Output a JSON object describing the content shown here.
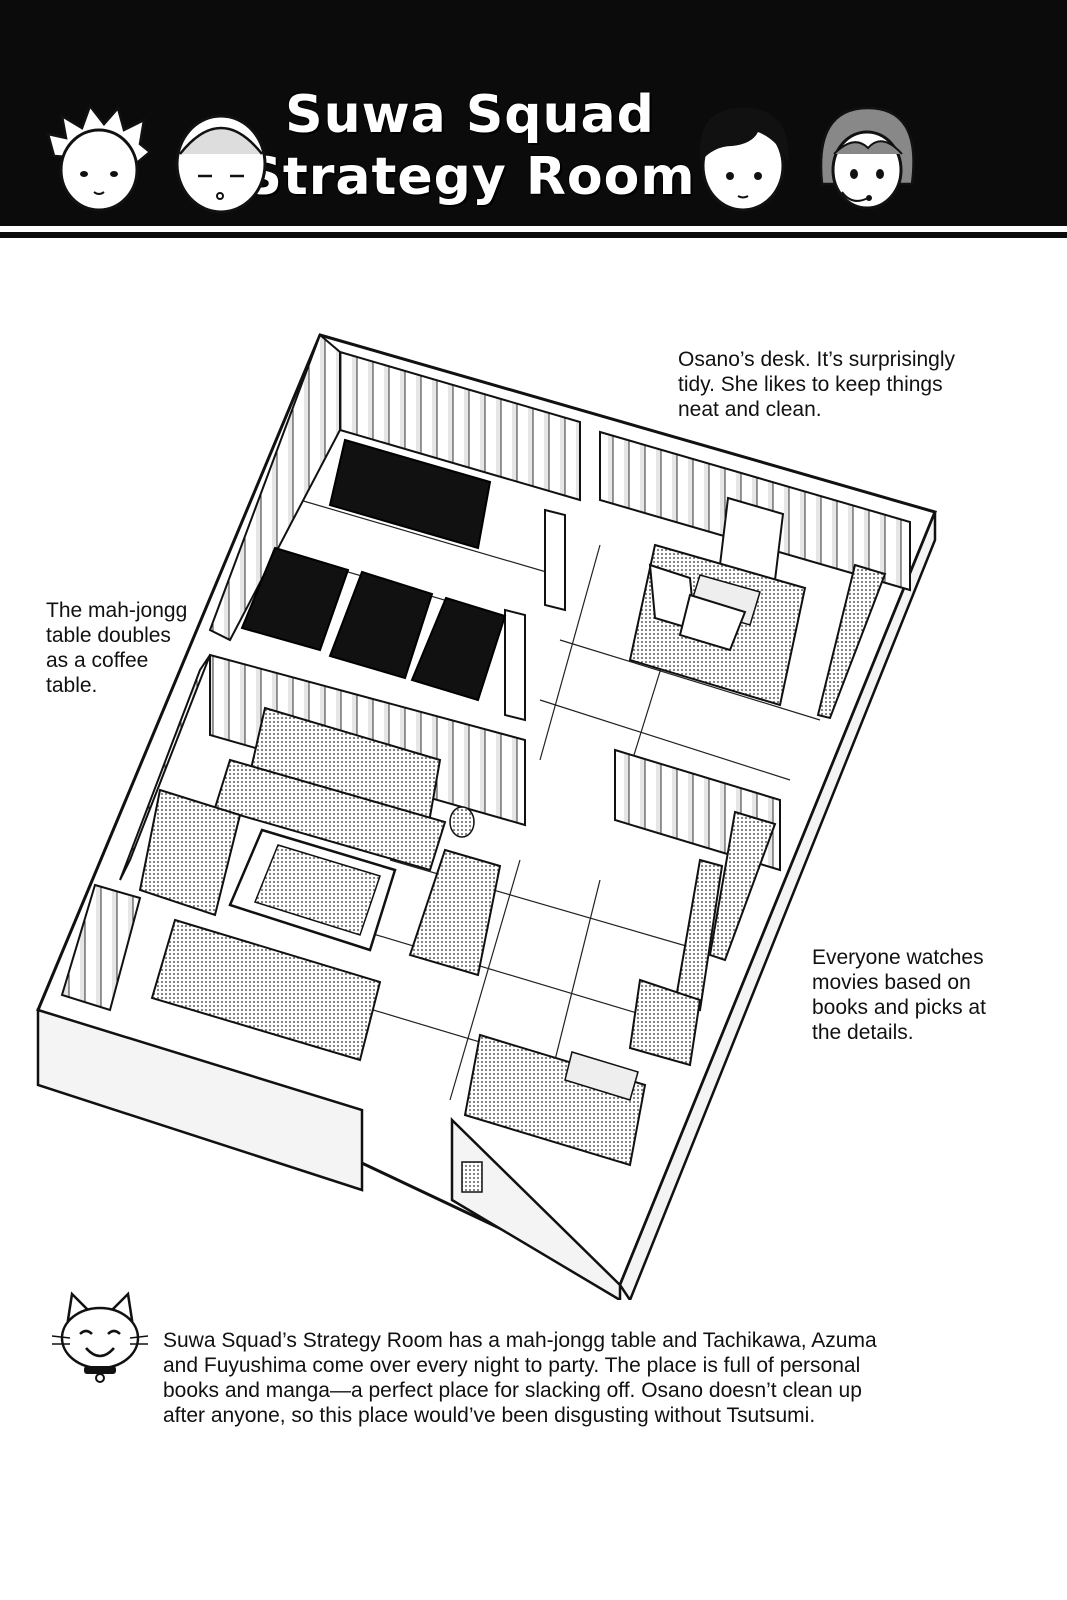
{
  "header": {
    "title_line1": "Suwa Squad",
    "title_line2": "Strategy Room",
    "character_faces": [
      "spiky-hair-face-icon",
      "buzzcut-face-icon",
      "black-hair-face-icon",
      "headset-girl-face-icon"
    ]
  },
  "annotations": {
    "desk_note": [
      "Osano’s desk. It’s surprisingly",
      "tidy. She likes to keep things",
      "neat and clean."
    ],
    "mahjong_note": [
      "The mah-jongg",
      "table doubles",
      "as a coffee",
      "table."
    ],
    "movies_note": [
      "Everyone watches",
      "movies based on",
      "books and picks at",
      "the details."
    ]
  },
  "caption": {
    "text": "Suwa Squad’s Strategy Room has a mah-jongg table and Tachikawa, Azuma and Fuyushima come over every night to party. The place is full of personal books and manga—a perfect place for slacking off. Osano doesn’t clean up after anyone, so this place would’ve been disgusting without Tsutsumi.",
    "mascot_icon": "cat-mascot-icon"
  },
  "colors": {
    "banner": "#0b0b0b",
    "paper": "#ffffff",
    "ink": "#111111",
    "screentone": "#bdbdbd"
  }
}
